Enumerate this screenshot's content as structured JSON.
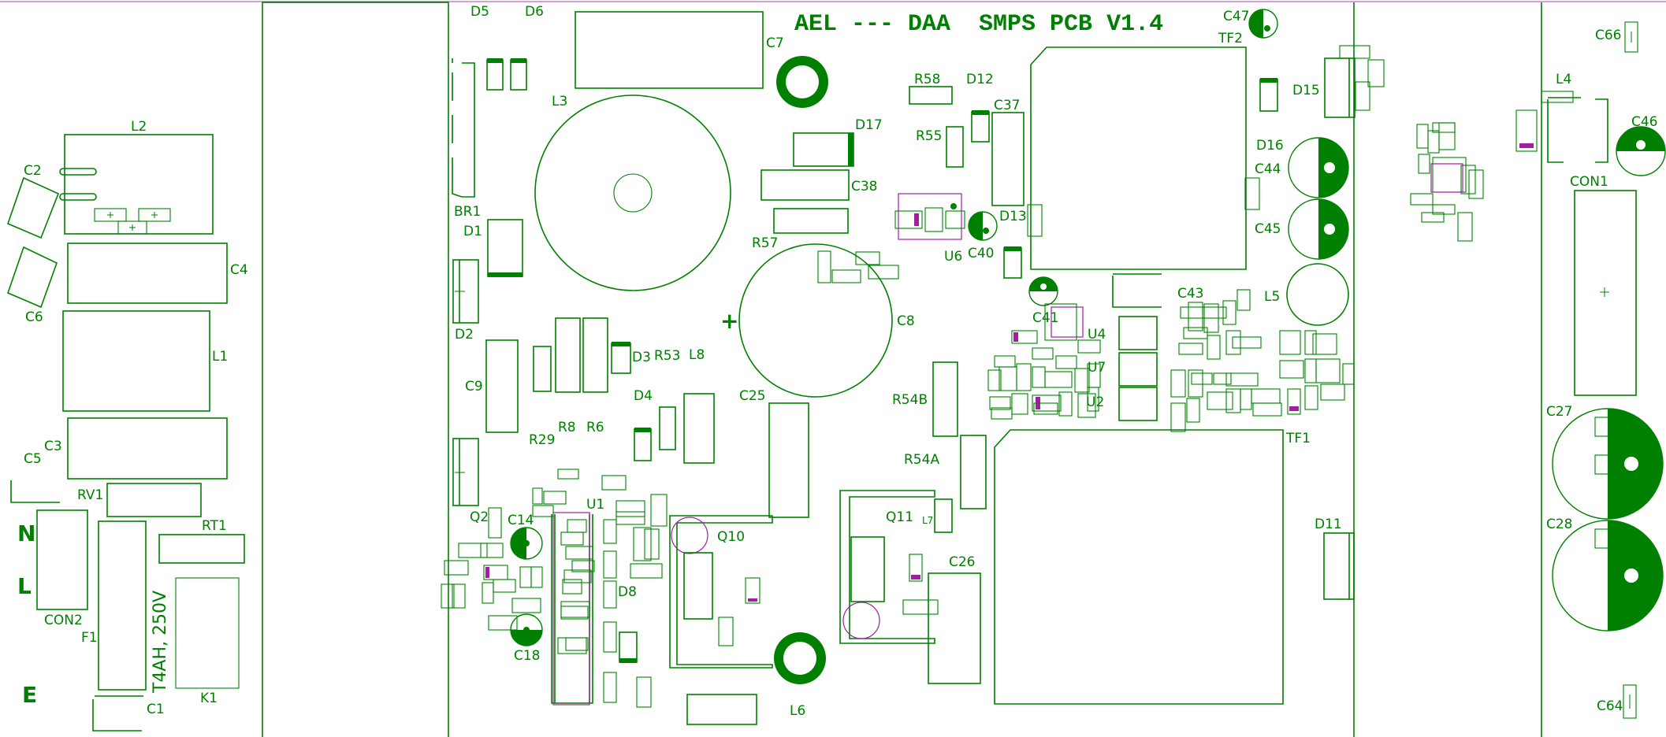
{
  "board": {
    "title": "AEL --- DAA  SMPS PCB V1.4",
    "colors": {
      "silk": "#008000",
      "mark": "#a020a0",
      "background": "#ffffff"
    },
    "labels": {
      "D5": "D5",
      "D6": "D6",
      "C7": "C7",
      "C47": "C47",
      "TF2": "TF2",
      "C66": "C66",
      "L2": "L2",
      "L3": "L3",
      "R58": "R58",
      "D12": "D12",
      "D17": "D17",
      "R55": "R55",
      "C37": "C37",
      "D15": "D15",
      "L4": "L4",
      "C46": "C46",
      "C2": "C2",
      "C38": "C38",
      "D16": "D16",
      "C44": "C44",
      "CON1": "CON1",
      "BR1": "BR1",
      "D1": "D1",
      "D13": "D13",
      "C45": "C45",
      "C4": "C4",
      "R57": "R57",
      "U6": "U6",
      "C40": "C40",
      "C6": "C6",
      "C43": "C43",
      "L5": "L5",
      "C41": "C41",
      "C8": "C8",
      "D2": "D2",
      "U4": "U4",
      "L1": "L1",
      "D3": "D3",
      "R53": "R53",
      "L8": "L8",
      "C9": "C9",
      "U7": "U7",
      "C27": "C27",
      "D4": "D4",
      "C25": "C25",
      "R54B": "R54B",
      "U2": "U2",
      "R8": "R8",
      "R6": "R6",
      "C3": "C3",
      "R29": "R29",
      "TF1": "TF1",
      "R54A": "R54A",
      "C5": "C5",
      "RV1": "RV1",
      "U1": "U1",
      "Q2": "Q2",
      "C14": "C14",
      "Q11": "Q11",
      "L7": "L7",
      "RT1": "RT1",
      "D11": "D11",
      "N": "N",
      "Q10": "Q10",
      "C26": "C26",
      "C28": "C28",
      "D8": "D8",
      "L": "L",
      "CON2": "CON2",
      "F1": "F1",
      "C18": "C18",
      "T4AH": "T4AH, 250V",
      "E": "E",
      "C1": "C1",
      "K1": "K1",
      "L6": "L6",
      "C64": "C64"
    }
  }
}
